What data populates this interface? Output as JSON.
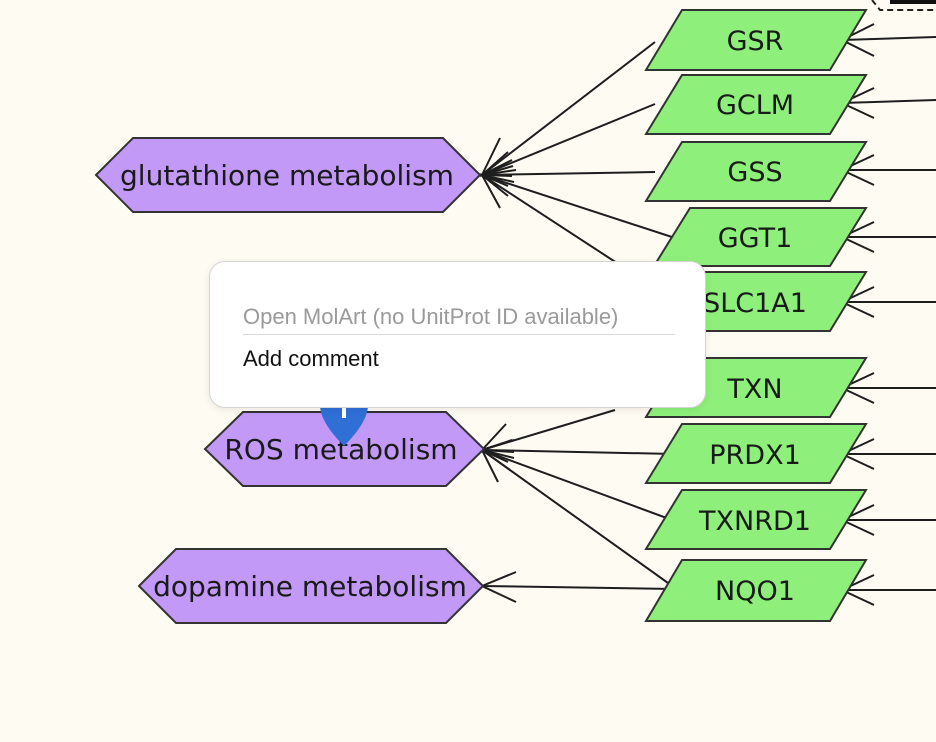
{
  "diagram": {
    "metabolism_nodes": {
      "glutathione": "glutathione metabolism",
      "ros": "ROS metabolism",
      "dopamine": "dopamine metabolism"
    },
    "gene_nodes": {
      "gsr": "GSR",
      "gclm": "GCLM",
      "gss": "GSS",
      "ggt1": "GGT1",
      "slc1a1": "SLC1A1",
      "txn": "TXN",
      "prdx1": "PRDX1",
      "txnrd1": "TXNRD1",
      "nqo1": "NQO1"
    },
    "colors": {
      "metabolism_fill": "#c299f7",
      "gene_fill": "#8ef07a",
      "background": "#fefbf2",
      "marker": "#2f6fd6"
    }
  },
  "context_menu": {
    "items": [
      {
        "label": "Open MolArt (no UnitProt ID available)",
        "enabled": false
      },
      {
        "label": "Add comment",
        "enabled": true
      }
    ]
  }
}
